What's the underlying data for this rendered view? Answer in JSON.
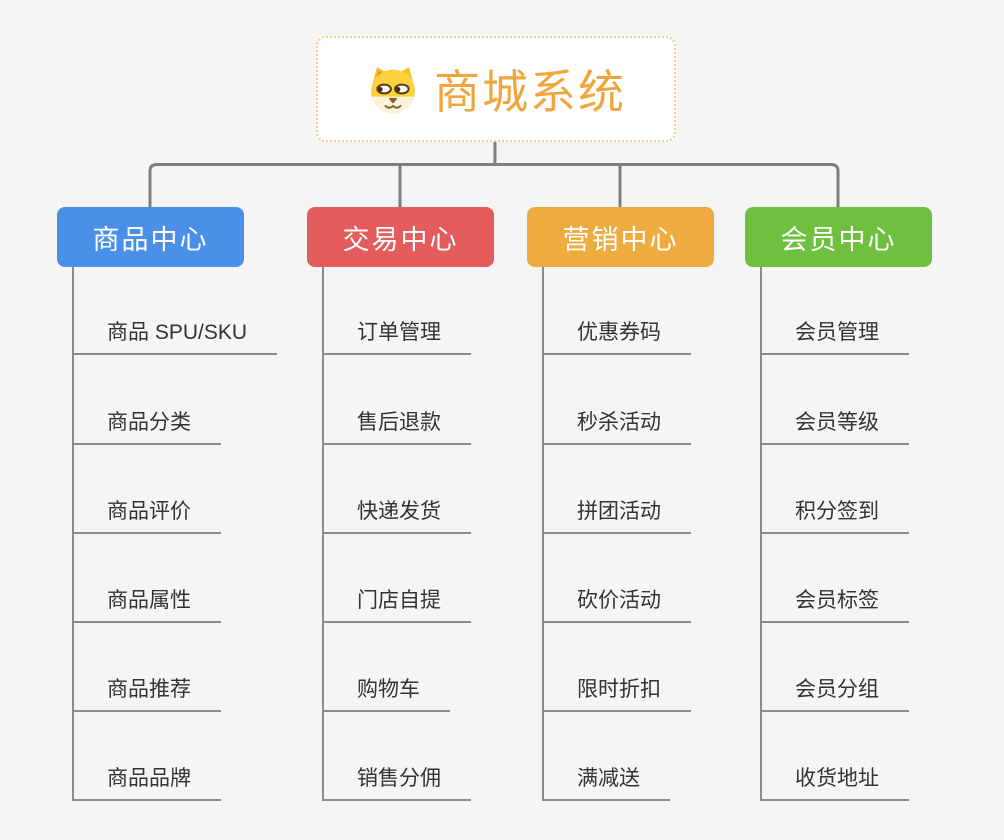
{
  "root": {
    "title": "商城系统",
    "icon": "dog-face-icon",
    "accent_color": "#F0A63C",
    "border_color": "#F7CD87"
  },
  "connector_color": "#7F7F7F",
  "underline_color": "#8C8C8C",
  "background_color": "#F5F5F6",
  "branches": [
    {
      "label": "商品中心",
      "color": "#4B90E8",
      "children": [
        "商品 SPU/SKU",
        "商品分类",
        "商品评价",
        "商品属性",
        "商品推荐",
        "商品品牌"
      ]
    },
    {
      "label": "交易中心",
      "color": "#E45C5B",
      "children": [
        "订单管理",
        "售后退款",
        "快递发货",
        "门店自提",
        "购物车",
        "销售分佣"
      ]
    },
    {
      "label": "营销中心",
      "color": "#EEAC40",
      "children": [
        "优惠券码",
        "秒杀活动",
        "拼团活动",
        "砍价活动",
        "限时折扣",
        "满减送"
      ]
    },
    {
      "label": "会员中心",
      "color": "#6EC03E",
      "children": [
        "会员管理",
        "会员等级",
        "积分签到",
        "会员标签",
        "会员分组",
        "收货地址"
      ]
    }
  ]
}
